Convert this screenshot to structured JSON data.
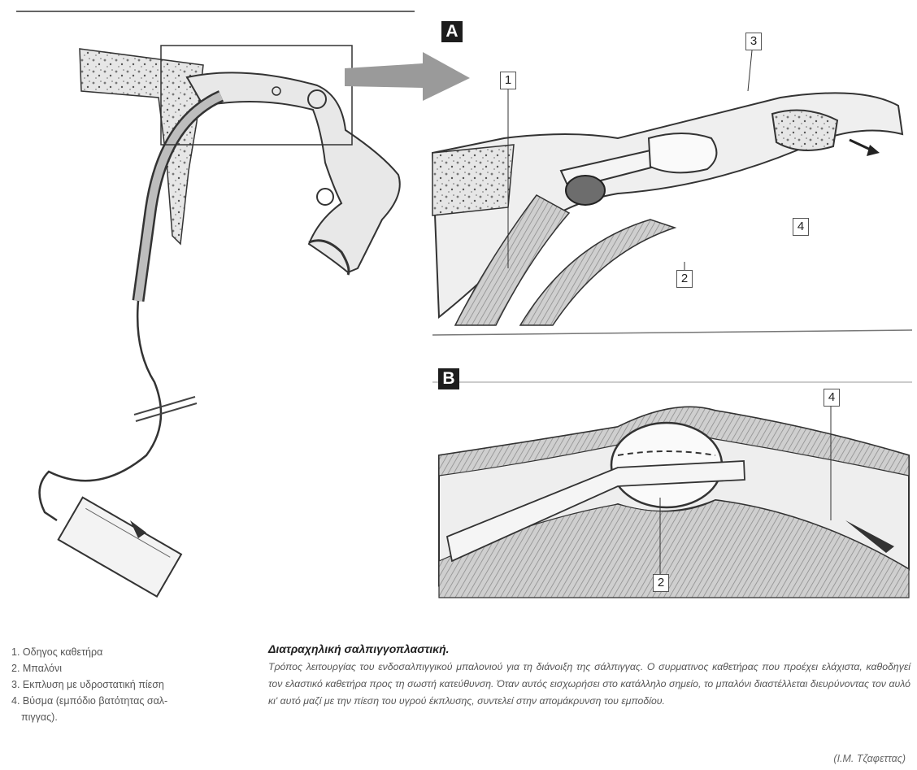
{
  "panels": {
    "a_label": "A",
    "b_label": "B"
  },
  "callouts": {
    "a_1": "1",
    "a_3": "3",
    "a_4": "4",
    "a_2": "2",
    "b_4": "4",
    "b_2": "2"
  },
  "legend": {
    "items": [
      "1. Οδηγος καθετήρα",
      "2. Μπαλόνι",
      "3. Εκπλυση με υδροστατική πίεση",
      "4. Βύσμα (εμπόδιο βατότητας σαλ-",
      "πιγγας)."
    ]
  },
  "caption": {
    "title": "Διατραχηλική σαλπιγγοπλαστική.",
    "body": "Τρόπος λειτουργίας του ενδοσαλπιγγικού μπαλονιού για τη διάνοιξη της σάλπιγγας. Ο συρματινος καθετήρας που προέχει ελάχιστα, καθοδηγεί τον ελαστικό καθετήρα προς τη σωστή κατεύθυνση. Όταν αυτός εισχωρήσει στο κατάλληλο σημείο, το μπαλόνι διαστέλλεται διευρύνοντας τον αυλό κι' αυτό μαζί με την πίεση του υγρού έκπλυσης, συντελεί στην απομάκρυνση του εμποδίου."
  },
  "credit": "(Ι.Μ. Τζαφεττας)"
}
